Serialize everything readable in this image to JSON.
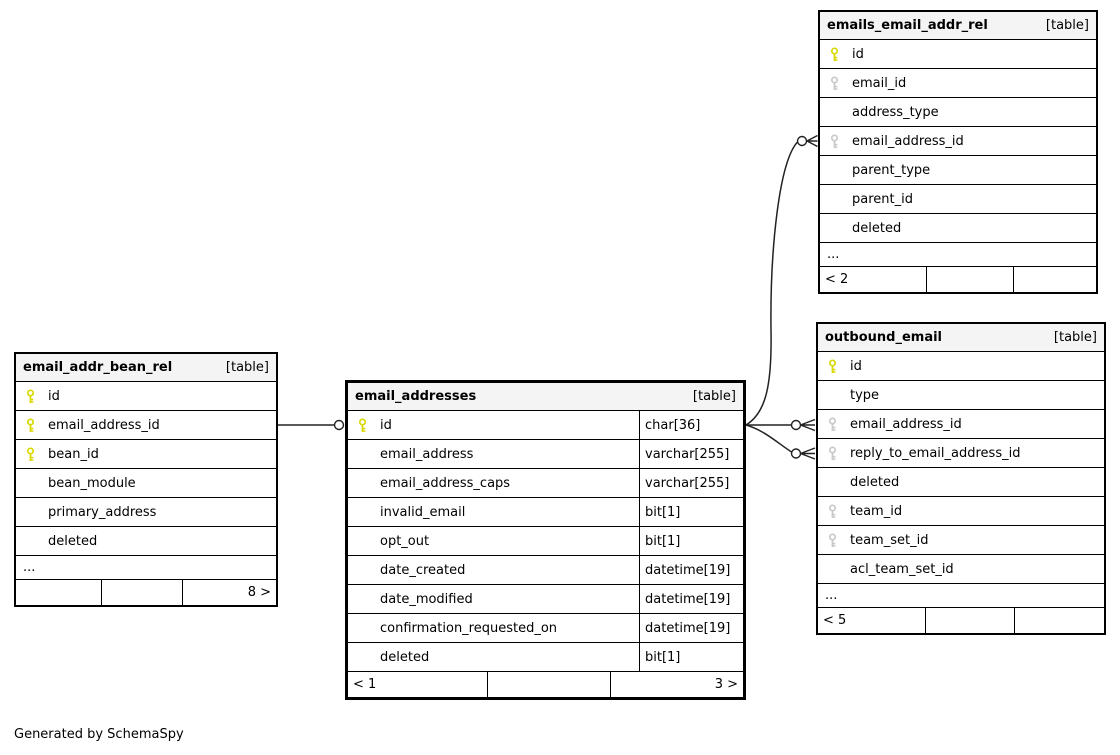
{
  "diagram": {
    "generator_note": "Generated by SchemaSpy",
    "colors": {
      "primary_key": "#d8d800",
      "foreign_key": "#c9c9c9",
      "header_bg": "#f4f4f4",
      "border": "#000000",
      "relationship_line": "#222222"
    },
    "tables": [
      {
        "name": "emails_email_addr_rel",
        "badge": "[table]",
        "columns": [
          {
            "name": "id",
            "key": "pk"
          },
          {
            "name": "email_id",
            "key": "fk"
          },
          {
            "name": "address_type",
            "key": ""
          },
          {
            "name": "email_address_id",
            "key": "fk"
          },
          {
            "name": "parent_type",
            "key": ""
          },
          {
            "name": "parent_id",
            "key": ""
          },
          {
            "name": "deleted",
            "key": ""
          }
        ],
        "ellipsis": "...",
        "footer_cells": [
          "< 2",
          "",
          ""
        ]
      },
      {
        "name": "outbound_email",
        "badge": "[table]",
        "columns": [
          {
            "name": "id",
            "key": "pk"
          },
          {
            "name": "type",
            "key": ""
          },
          {
            "name": "email_address_id",
            "key": "fk"
          },
          {
            "name": "reply_to_email_address_id",
            "key": "fk"
          },
          {
            "name": "deleted",
            "key": ""
          },
          {
            "name": "team_id",
            "key": "fk"
          },
          {
            "name": "team_set_id",
            "key": "fk"
          },
          {
            "name": "acl_team_set_id",
            "key": ""
          }
        ],
        "ellipsis": "...",
        "footer_cells": [
          "< 5",
          "",
          ""
        ]
      },
      {
        "name": "email_addr_bean_rel",
        "badge": "[table]",
        "columns": [
          {
            "name": "id",
            "key": "pk"
          },
          {
            "name": "email_address_id",
            "key": "pk"
          },
          {
            "name": "bean_id",
            "key": "pk"
          },
          {
            "name": "bean_module",
            "key": ""
          },
          {
            "name": "primary_address",
            "key": ""
          },
          {
            "name": "deleted",
            "key": ""
          }
        ],
        "ellipsis": "...",
        "footer_cells": [
          "",
          "",
          "8 >"
        ]
      },
      {
        "name": "email_addresses",
        "badge": "[table]",
        "columns": [
          {
            "name": "id",
            "key": "pk",
            "type": "char[36]"
          },
          {
            "name": "email_address",
            "key": "",
            "type": "varchar[255]"
          },
          {
            "name": "email_address_caps",
            "key": "",
            "type": "varchar[255]"
          },
          {
            "name": "invalid_email",
            "key": "",
            "type": "bit[1]"
          },
          {
            "name": "opt_out",
            "key": "",
            "type": "bit[1]"
          },
          {
            "name": "date_created",
            "key": "",
            "type": "datetime[19]"
          },
          {
            "name": "date_modified",
            "key": "",
            "type": "datetime[19]"
          },
          {
            "name": "confirmation_requested_on",
            "key": "",
            "type": "datetime[19]"
          },
          {
            "name": "deleted",
            "key": "",
            "type": "bit[1]"
          }
        ],
        "ellipsis": null,
        "footer_cells": [
          "< 1",
          "",
          "3 >"
        ]
      }
    ]
  }
}
